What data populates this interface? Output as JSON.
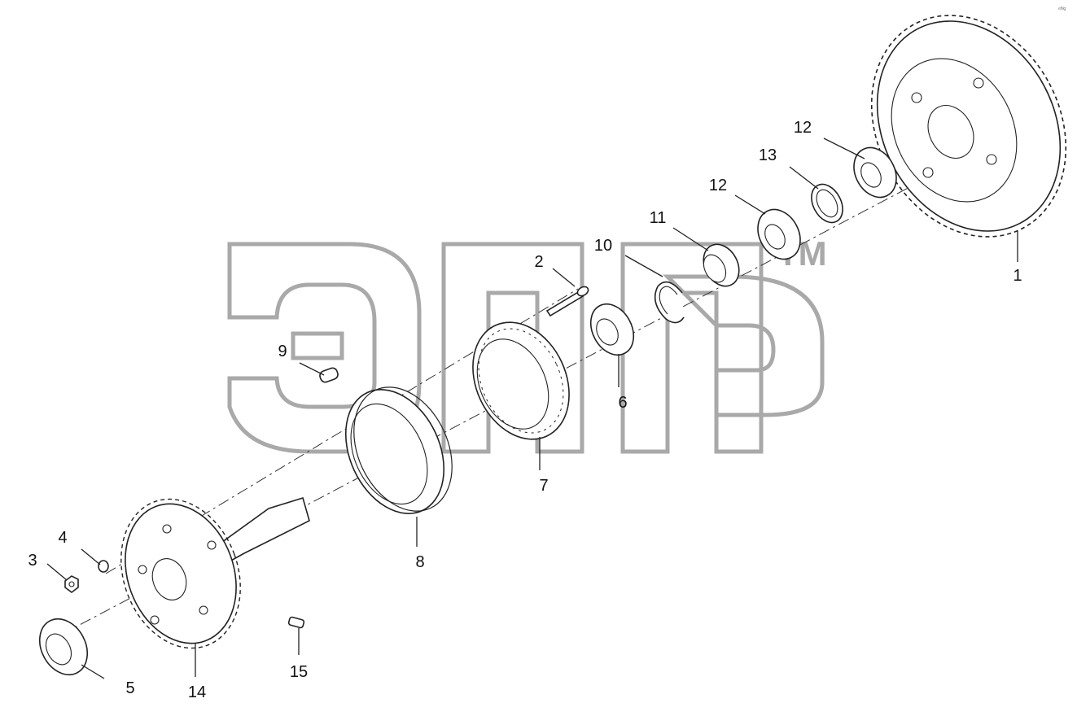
{
  "diagram": {
    "callouts": [
      "1",
      "2",
      "3",
      "4",
      "5",
      "6",
      "7",
      "8",
      "9",
      "10",
      "11",
      "12",
      "12",
      "13",
      "14",
      "15"
    ],
    "watermark": {
      "trademark": "TM"
    },
    "corner_mark": "ᵉᴺᵍ"
  }
}
